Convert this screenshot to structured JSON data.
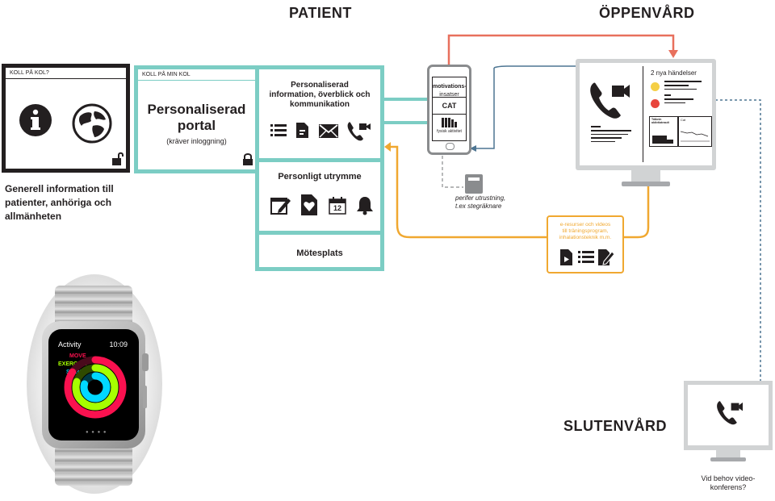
{
  "headings": {
    "patient": "PATIENT",
    "oppenvard": "ÖPPENVÅRD",
    "slutenvard": "SLUTENVÅRD"
  },
  "koll_pa_kol": {
    "label": "KOLL PÅ KOL?",
    "caption": "Generell information till patienter, anhöriga och allmänheten"
  },
  "portal": {
    "label": "KOLL PÅ MIN KOL",
    "title": "Personaliserad portal",
    "subtitle": "(kräver inloggning)"
  },
  "info_box": {
    "title": "Personaliserad information, överblick och kommunikation"
  },
  "personal_space": {
    "title": "Personligt utrymme",
    "calendar_day": "12"
  },
  "meeting": {
    "title": "Mötesplats"
  },
  "phone": {
    "item1": "motivations-",
    "item1b": "insatser",
    "item2": "CAT",
    "item3": "fysisk aktivitet"
  },
  "peripheral": {
    "caption_line1": "perifer utrustning,",
    "caption_line2": "t.ex stegräknare"
  },
  "resources": {
    "line1": "e-resurser och videos",
    "line2": "till träningsprogram,",
    "line3": "inhalationsteknik m.m."
  },
  "monitor": {
    "events": "2 nya händelser",
    "panel1": "Träknin aktivtiatrasdt",
    "panel2": "Cat"
  },
  "watch": {
    "app": "Activity",
    "time": "10:09",
    "move": "MOVE",
    "exercise": "EXERCISE",
    "stand": "STAND"
  },
  "video_conf": {
    "caption_line1": "Vid behov video-",
    "caption_line2": "konferens?"
  },
  "colors": {
    "teal": "#7ccdc4",
    "orange": "#f0a830",
    "red": "#e8705d",
    "blue": "#4d7592",
    "dark": "#231f20",
    "grey": "#8a8c8e"
  }
}
